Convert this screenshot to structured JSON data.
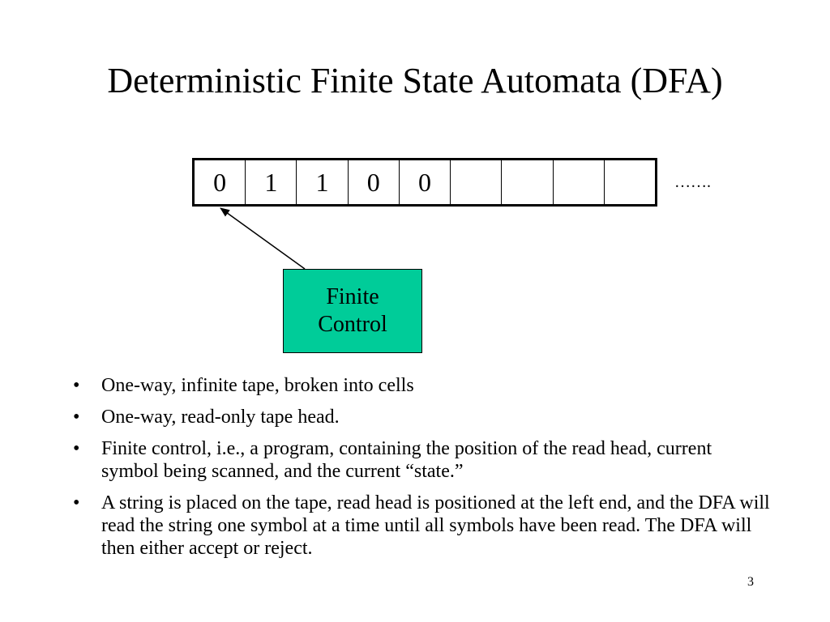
{
  "slide": {
    "title": "Deterministic Finite State Automata (DFA)",
    "tape": {
      "cells": [
        "0",
        "1",
        "1",
        "0",
        "0",
        "",
        "",
        "",
        ""
      ],
      "continuation": "……."
    },
    "finite_control": {
      "line1": "Finite",
      "line2": "Control",
      "fill_color": "#00cc99"
    },
    "bullets": [
      "One-way, infinite tape, broken into cells",
      "One-way, read-only tape head.",
      "Finite control, i.e., a program, containing the position of the read head, current symbol being scanned, and the current “state.”",
      "A string is placed on the tape, read head is positioned at the left end, and the DFA will read the string one symbol at a time until all symbols have been read. The DFA will then either accept or reject."
    ],
    "bullet_glyph": "•",
    "page_number": "3"
  }
}
